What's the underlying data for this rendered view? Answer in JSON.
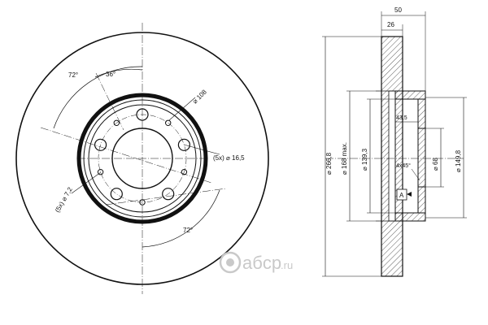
{
  "front_view": {
    "angle_top_left": "72°",
    "angle_top": "36°",
    "angle_bottom_right": "72°",
    "bolt_circle_dia": "⌀ 108",
    "bolt_holes": "(5x) ⌀ 16,5",
    "small_holes": "(5x) ⌀ 7,2"
  },
  "side_view": {
    "total_width": "50",
    "disc_thickness": "26",
    "outer_dia": "⌀ 266,8",
    "max_dia": "⌀ 168 max.",
    "hub_dia": "⌀ 139,3",
    "hat_height": "43,5",
    "chamfer": "4x45°",
    "center_bore": "⌀ 68",
    "inner_dia": "⌀ 149,8",
    "datum": "A"
  },
  "watermark": {
    "brand": "aбcp",
    "suffix": ".ru"
  }
}
